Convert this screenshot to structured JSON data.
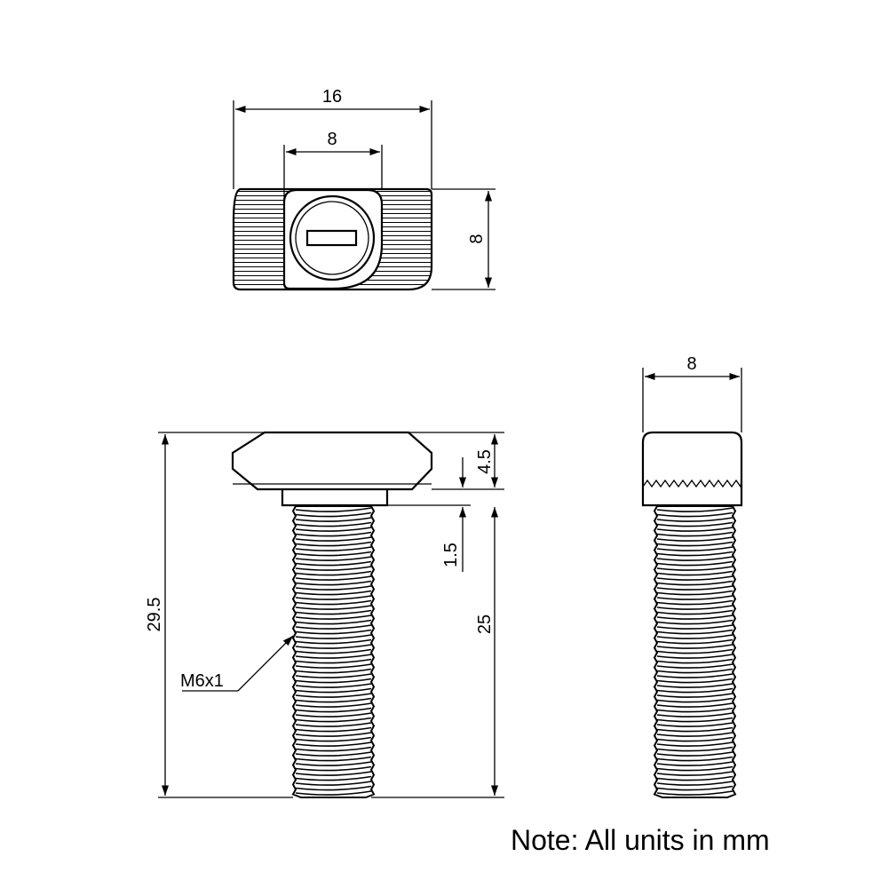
{
  "top_view": {
    "width_overall": "16",
    "width_inner": "8",
    "height": "8"
  },
  "front_view": {
    "overall_length": "29.5",
    "head_height": "4.5",
    "shoulder_height": "1.5",
    "thread_length": "25",
    "thread_callout": "M6x1"
  },
  "side_view": {
    "width": "8"
  },
  "note": "Note: All units in mm"
}
